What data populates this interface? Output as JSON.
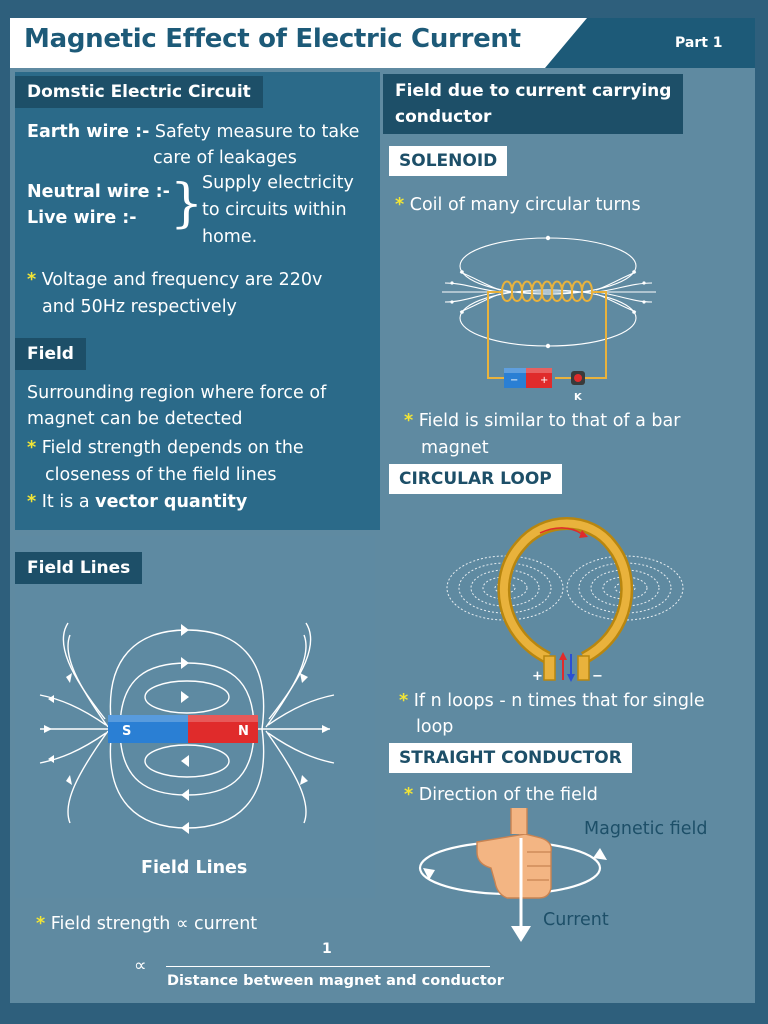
{
  "header": {
    "title": "Magnetic Effect of Electric Current",
    "part": "Part 1"
  },
  "left": {
    "circuit": {
      "heading": "Domstic Electric Circuit",
      "earth_label": "Earth wire :-",
      "earth_text_1": "Safety measure to take",
      "earth_text_2": "care of leakages",
      "neutral_label": "Neutral wire :-",
      "live_label": "Live wire :-",
      "supply_1": "Supply electricity",
      "supply_2": "to circuits within",
      "supply_3": "home.",
      "voltage_1": "Voltage and frequency are 220v",
      "voltage_2": "and 50Hz respectively"
    },
    "field": {
      "heading": "Field",
      "def_1": "Surrounding region where force of",
      "def_2": "magnet can be detected",
      "strength_1": "Field strength depends on the",
      "strength_2": "closeness of the field lines",
      "vector_pre": "It is a ",
      "vector_bold": "vector quantity"
    },
    "field_lines": {
      "heading": "Field Lines",
      "pole_s": "S",
      "pole_n": "N",
      "caption": "Field Lines"
    },
    "proportion": {
      "line": "Field strength ∝ current",
      "symbol": "∝",
      "numerator": "1",
      "denominator": "Distance between magnet and conductor"
    }
  },
  "right": {
    "heading_1": "Field due to current carrying",
    "heading_2": "conductor",
    "solenoid": {
      "heading": "SOLENOID",
      "desc": "Coil of many circular turns",
      "key_label": "K",
      "note_1": "Field is similar to that of a bar",
      "note_2": "magnet"
    },
    "loop": {
      "heading": "CIRCULAR LOOP",
      "plus": "+",
      "minus": "−",
      "note_1": "If n loops - n times that for single",
      "note_2": "loop"
    },
    "straight": {
      "heading": "STRAIGHT CONDUCTOR",
      "desc": "Direction of the field",
      "magnetic_field_label": "Magnetic field",
      "current_label": "Current"
    }
  },
  "star": "*",
  "colors": {
    "background": "#2e5f7c",
    "panel_dark": "#2b6a89",
    "label_dark": "#1d4f68",
    "star": "#f2e536",
    "coil": "#e9b23c",
    "magnet_north": "#e02b2b",
    "magnet_south": "#2a7fd4"
  }
}
